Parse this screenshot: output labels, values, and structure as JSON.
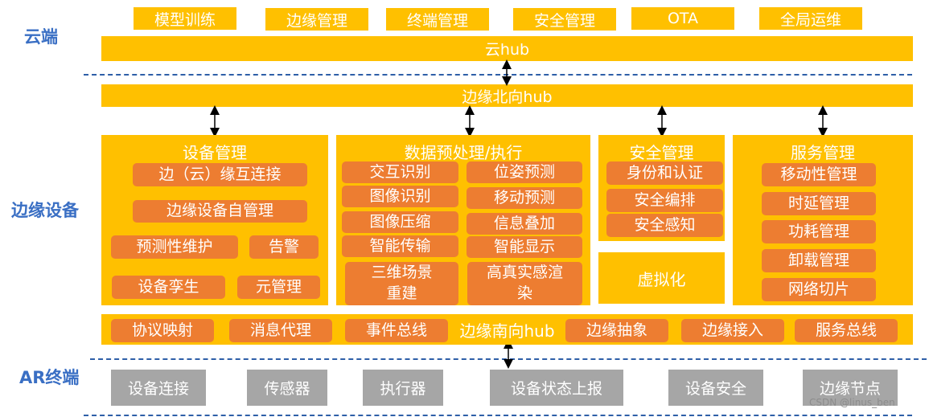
{
  "layers": {
    "cloud": "云端",
    "edge": "边缘设备",
    "ar": "AR终端"
  },
  "cloud_modules": [
    "模型训练",
    "边缘管理",
    "终端管理",
    "安全管理",
    "OTA",
    "全局运维"
  ],
  "cloud_hub": "云hub",
  "edge_north_hub": "边缘北向hub",
  "panels": {
    "device_mgmt": {
      "title": "设备管理",
      "items": [
        "边（云）缘互连接",
        "边缘设备自管理",
        "预测性维护",
        "告警",
        "设备孪生",
        "元管理"
      ]
    },
    "data_proc": {
      "title": "数据预处理/执行",
      "items": [
        "交互识别",
        "位姿预测",
        "图像识别",
        "移动预测",
        "图像压缩",
        "信息叠加",
        "智能传输",
        "智能显示",
        "三维场景重建",
        "高真实感渲染"
      ]
    },
    "security": {
      "title": "安全管理",
      "items": [
        "身份和认证",
        "安全编排",
        "安全感知"
      ]
    },
    "virtualization": "虚拟化",
    "service_mgmt": {
      "title": "服务管理",
      "items": [
        "移动性管理",
        "时延管理",
        "功耗管理",
        "卸载管理",
        "网络切片"
      ]
    }
  },
  "south_hub": {
    "label": "边缘南向hub",
    "items": [
      "协议映射",
      "消息代理",
      "事件总线",
      "边缘抽象",
      "边缘接入",
      "服务总线"
    ]
  },
  "ar_items": [
    "设备连接",
    "传感器",
    "执行器",
    "设备状态上报",
    "设备安全",
    "边缘节点"
  ],
  "watermark": "CSDN @linus_ben",
  "colors": {
    "yellow": "#ffc000",
    "orange": "#ed7d31",
    "gray": "#a6a6a6",
    "label_blue": "#3a6fc4",
    "dash_blue": "#2e5fa8"
  }
}
